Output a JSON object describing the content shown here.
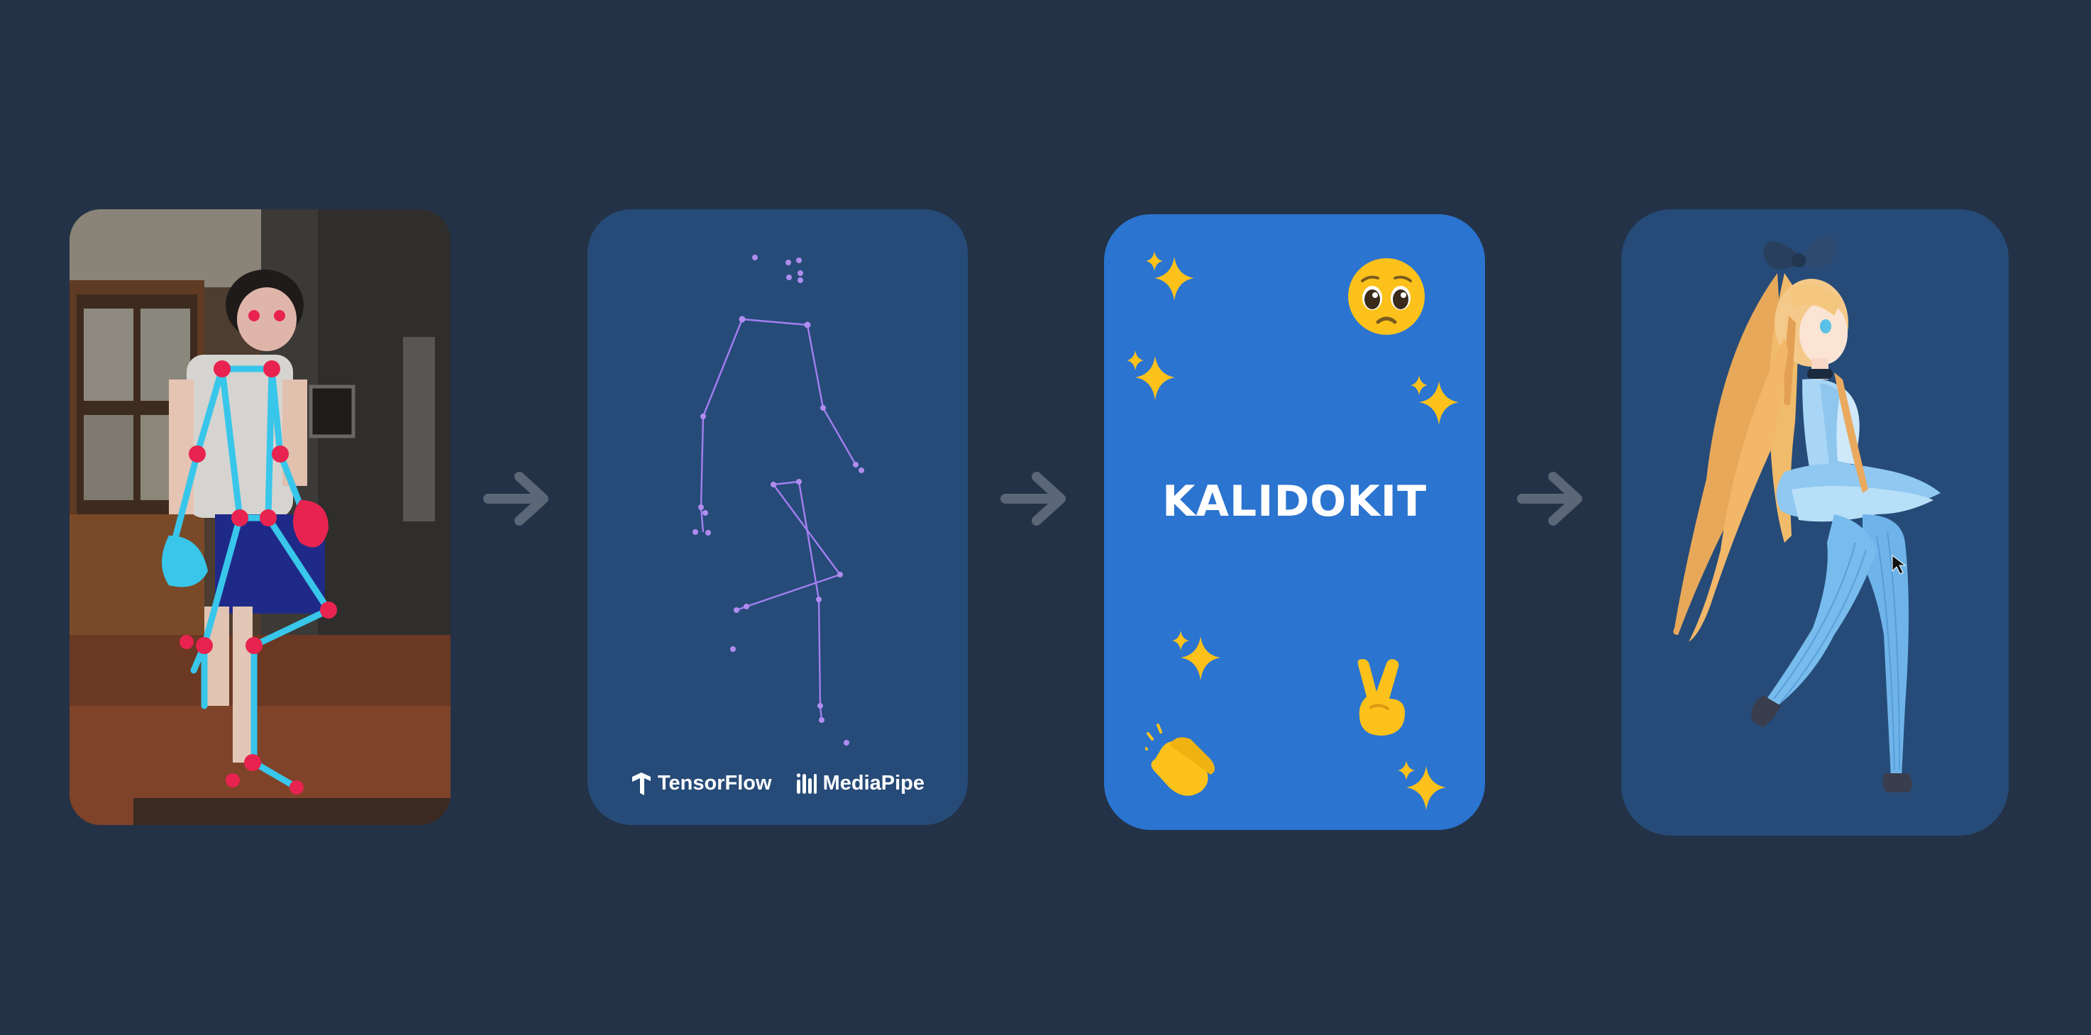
{
  "pipeline": {
    "step1": {
      "label": "webcam-capture-with-pose-overlay"
    },
    "step2": {
      "brands": [
        {
          "name": "TensorFlow"
        },
        {
          "name": "MediaPipe"
        }
      ]
    },
    "step3": {
      "logo_text": "KALIDOKIT"
    },
    "step4": {
      "label": "3d-avatar"
    }
  },
  "colors": {
    "background": "#233246",
    "card_dark": "#264b78",
    "card_bright": "#2b74d0",
    "arrow": "#5b6676",
    "skeleton": "#a47ef2",
    "overlay_line": "#38c6ea",
    "overlay_joint": "#e8234f"
  }
}
